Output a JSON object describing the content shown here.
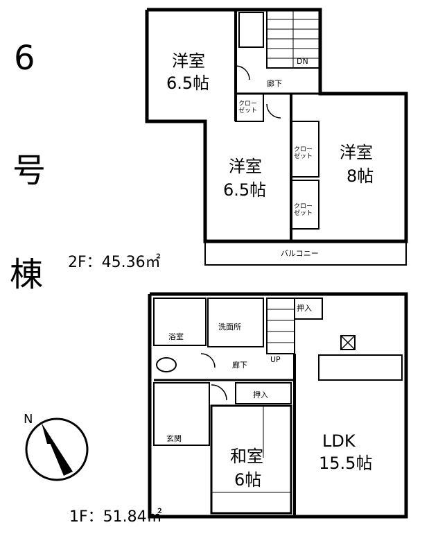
{
  "building": {
    "number": "6",
    "char_go": "号",
    "char_tou": "棟"
  },
  "floor2": {
    "area_label": "2F：45.36㎡",
    "rooms": {
      "western_a_name": "洋室",
      "western_a_size": "6.5帖",
      "western_b_name": "洋室",
      "western_b_size": "6.5帖",
      "western_c_name": "洋室",
      "western_c_size": "8帖",
      "hall": "廊下",
      "dn": "DN",
      "closet_small": "クロー\nゼット",
      "closet_mid": "クロー\nゼット",
      "closet_low": "クロー\nゼット",
      "balcony": "バルコニー"
    }
  },
  "floor1": {
    "area_label": "1F：51.84㎡",
    "rooms": {
      "bath": "浴室",
      "washroom": "洗面所",
      "hall": "廊下",
      "up": "UP",
      "storage_top": "押入",
      "storage_mid": "押入",
      "japanese_name": "和室",
      "japanese_size": "6帖",
      "ldk_name": "LDK",
      "ldk_size": "15.5帖",
      "entrance": "玄関"
    }
  },
  "compass": {
    "label": "N"
  }
}
